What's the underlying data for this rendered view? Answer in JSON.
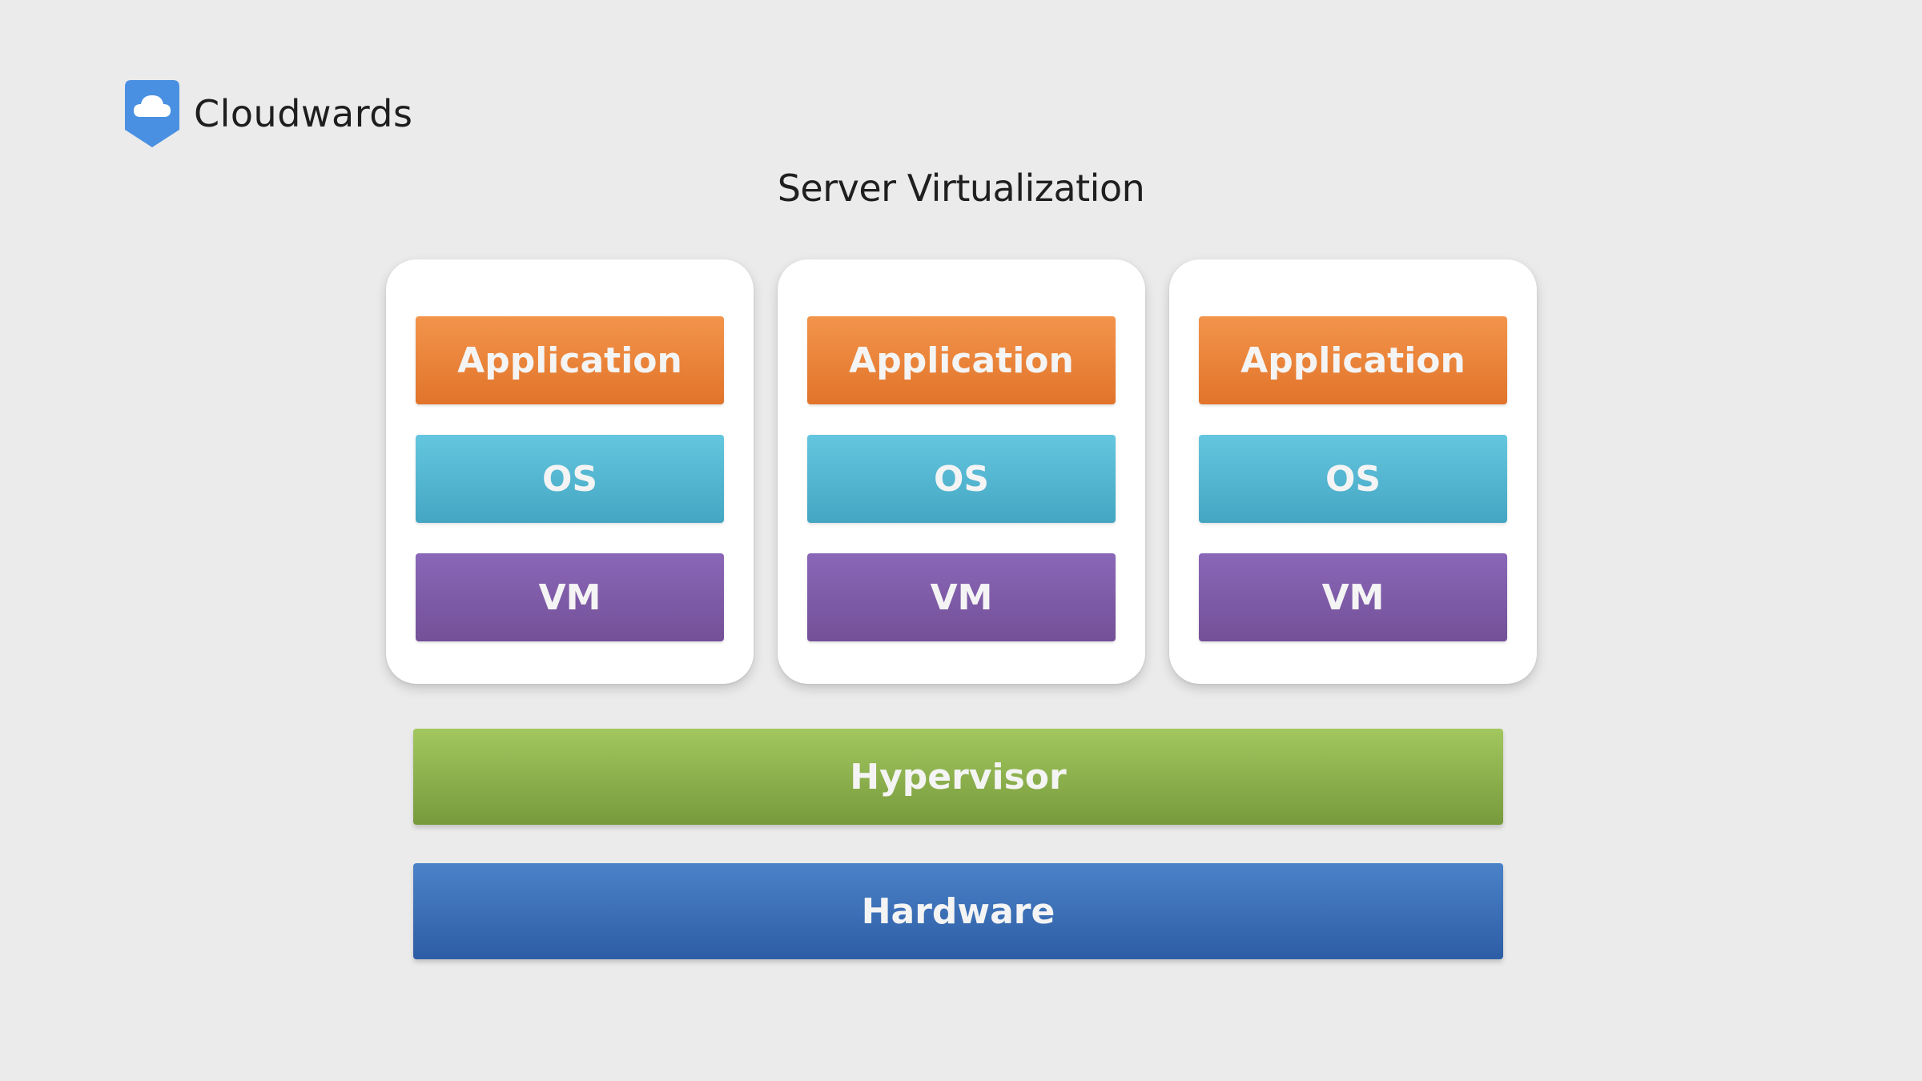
{
  "brand": {
    "name": "Cloudwards",
    "icon": "cloud-shield-icon",
    "color": "#4a90e2"
  },
  "title": "Server Virtualization",
  "virtual_machines": [
    {
      "application": "Application",
      "os": "OS",
      "vm": "VM"
    },
    {
      "application": "Application",
      "os": "OS",
      "vm": "VM"
    },
    {
      "application": "Application",
      "os": "OS",
      "vm": "VM"
    }
  ],
  "hypervisor": "Hypervisor",
  "hardware": "Hardware",
  "colors": {
    "background": "#ebebeb",
    "application": "#ec8437",
    "os": "#54b6d1",
    "vm": "#7f5ba8",
    "hypervisor": "#8cb04d",
    "hardware": "#3c6fb7"
  }
}
